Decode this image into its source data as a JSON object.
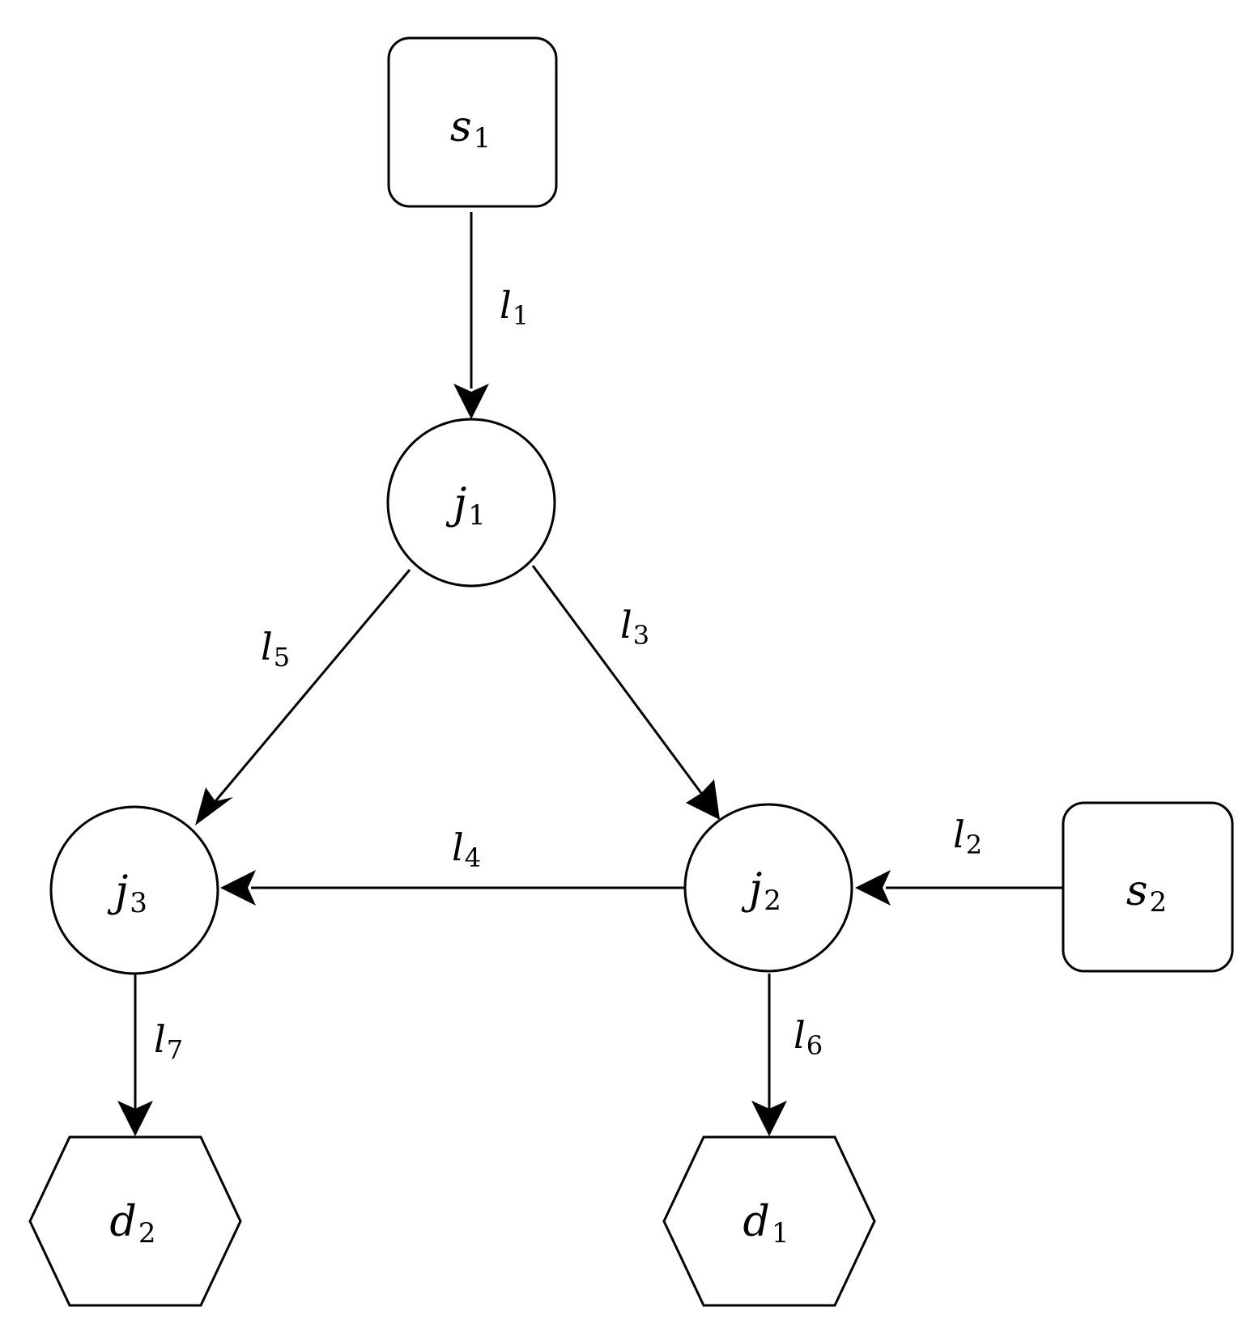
{
  "nodes": {
    "s1": {
      "symbol": "s",
      "sub": "1"
    },
    "s2": {
      "symbol": "s",
      "sub": "2"
    },
    "j1": {
      "symbol": "j",
      "sub": "1"
    },
    "j2": {
      "symbol": "j",
      "sub": "2"
    },
    "j3": {
      "symbol": "j",
      "sub": "3"
    },
    "d1": {
      "symbol": "d",
      "sub": "1"
    },
    "d2": {
      "symbol": "d",
      "sub": "2"
    }
  },
  "edges": {
    "l1": {
      "symbol": "l",
      "sub": "1",
      "from": "s1",
      "to": "j1"
    },
    "l2": {
      "symbol": "l",
      "sub": "2",
      "from": "s2",
      "to": "j2"
    },
    "l3": {
      "symbol": "l",
      "sub": "3",
      "from": "j1",
      "to": "j2"
    },
    "l4": {
      "symbol": "l",
      "sub": "4",
      "from": "j2",
      "to": "j3"
    },
    "l5": {
      "symbol": "l",
      "sub": "5",
      "from": "j1",
      "to": "j3"
    },
    "l6": {
      "symbol": "l",
      "sub": "6",
      "from": "j2",
      "to": "d1"
    },
    "l7": {
      "symbol": "l",
      "sub": "7",
      "from": "j3",
      "to": "d2"
    }
  }
}
